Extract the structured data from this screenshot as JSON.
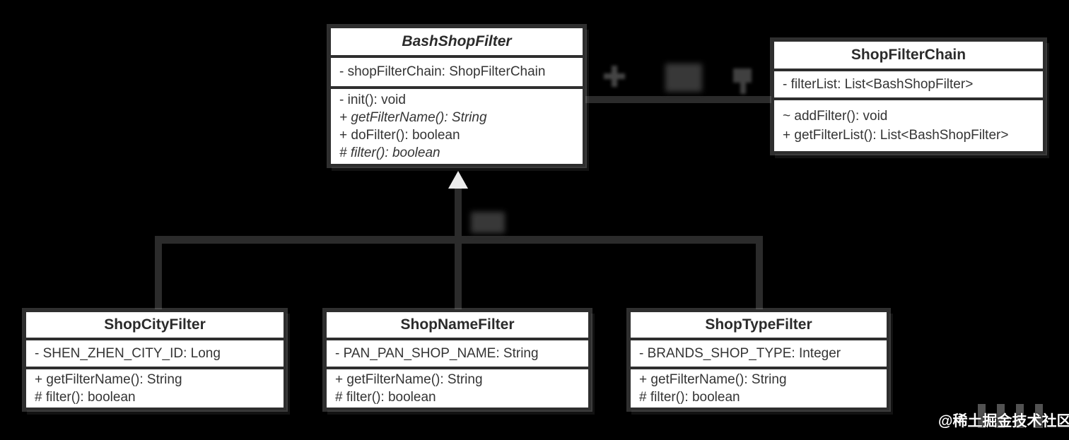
{
  "classes": [
    {
      "name": "BashShopFilter",
      "abstract": true,
      "attributes": [
        "- shopFilterChain: ShopFilterChain"
      ],
      "methods": [
        "- init(): void",
        "+ getFilterName(): String",
        "+ doFilter(): boolean",
        "# filter(): boolean"
      ]
    },
    {
      "name": "ShopFilterChain",
      "abstract": false,
      "attributes": [
        "- filterList: List<BashShopFilter>"
      ],
      "methods": [
        "~ addFilter(): void",
        "+ getFilterList(): List<BashShopFilter>"
      ]
    },
    {
      "name": "ShopCityFilter",
      "abstract": false,
      "attributes": [
        "- SHEN_ZHEN_CITY_ID: Long"
      ],
      "methods": [
        "+ getFilterName(): String",
        "# filter(): boolean"
      ]
    },
    {
      "name": "ShopNameFilter",
      "abstract": false,
      "attributes": [
        "- PAN_PAN_SHOP_NAME: String"
      ],
      "methods": [
        "+ getFilterName(): String",
        "# filter(): boolean"
      ]
    },
    {
      "name": "ShopTypeFilter",
      "abstract": false,
      "attributes": [
        "- BRANDS_SHOP_TYPE: Integer"
      ],
      "methods": [
        "+ getFilterName(): String",
        "# filter(): boolean"
      ]
    }
  ],
  "relationships": {
    "association": [
      "BashShopFilter",
      "ShopFilterChain"
    ],
    "generalization_parent": "BashShopFilter",
    "generalization_children": [
      "ShopCityFilter",
      "ShopNameFilter",
      "ShopTypeFilter"
    ]
  },
  "watermark": {
    "text": "@稀土掘金技术社区"
  },
  "colors": {
    "background": "#000000",
    "box_fill": "#ffffff",
    "box_border": "#2e2e2e",
    "connector": "#2b2b2b",
    "member_text": "#343434",
    "watermark_text": "#fdfdfd"
  }
}
